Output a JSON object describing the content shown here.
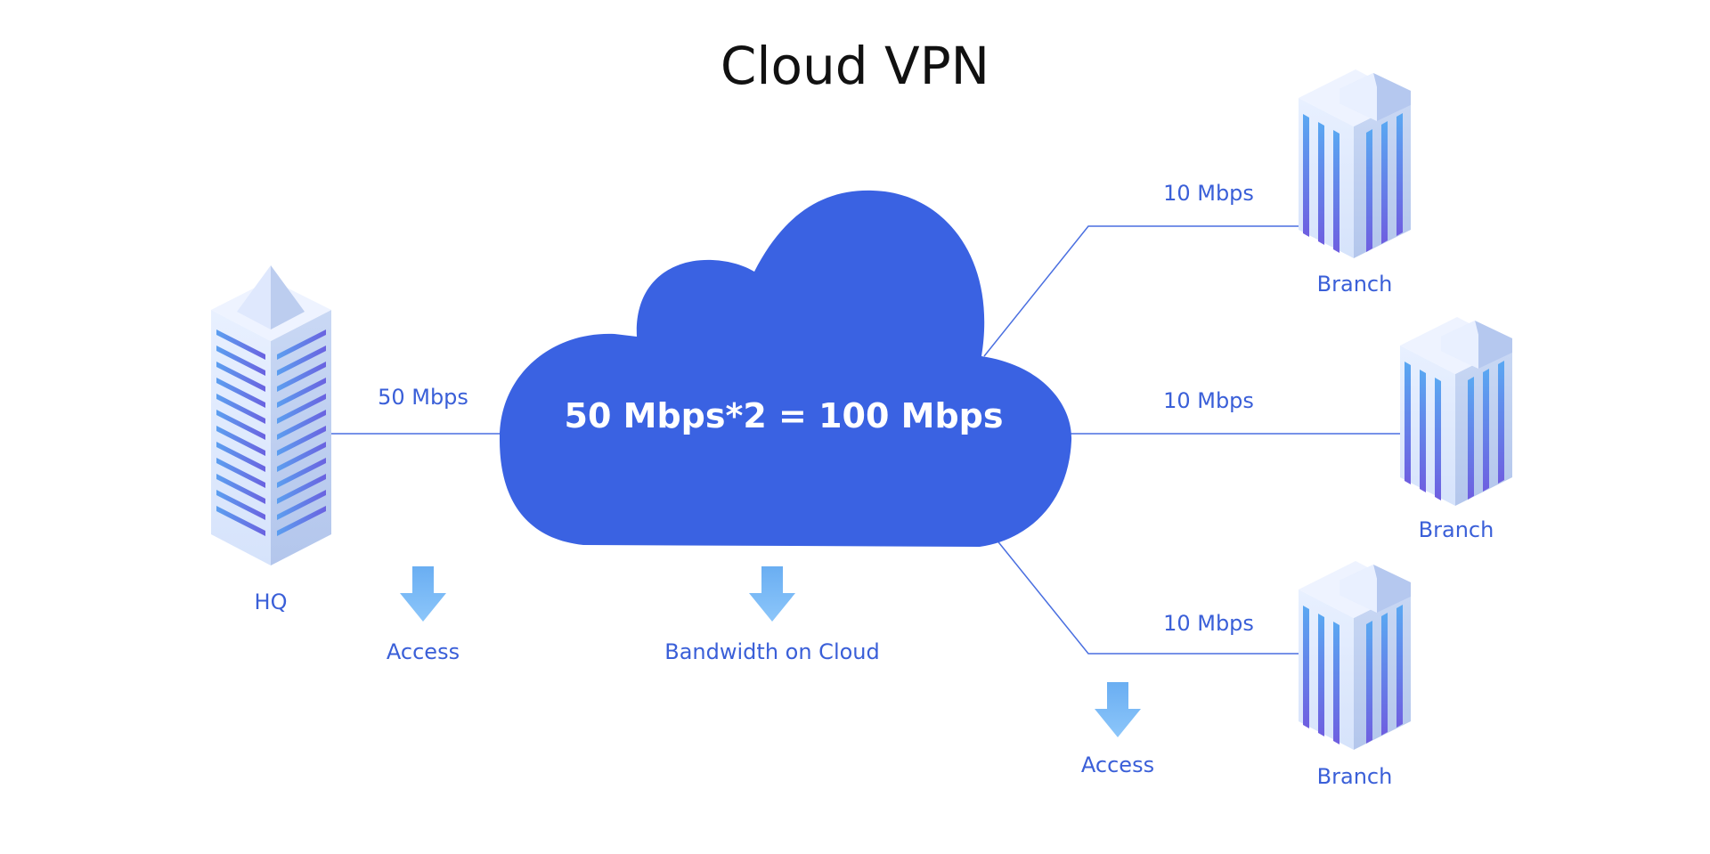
{
  "title": "Cloud VPN",
  "cloud": {
    "formula": "50 Mbps*2 = 100 Mbps",
    "color": "#3a62e2"
  },
  "hq": {
    "label": "HQ",
    "link_bandwidth": "50 Mbps",
    "access_label": "Access"
  },
  "bandwidth_on_cloud_label": "Bandwidth on Cloud",
  "branches": [
    {
      "label": "Branch",
      "link_bandwidth": "10 Mbps"
    },
    {
      "label": "Branch",
      "link_bandwidth": "10 Mbps"
    },
    {
      "label": "Branch",
      "link_bandwidth": "10 Mbps"
    }
  ],
  "branch_access_label": "Access",
  "colors": {
    "label_blue": "#3a5fd8",
    "arrow_blue": "#7ab8f5",
    "line_blue": "#4a6fe0"
  },
  "icons": [
    "hq-building-icon",
    "branch-building-icon",
    "cloud-icon",
    "down-arrow-icon"
  ]
}
